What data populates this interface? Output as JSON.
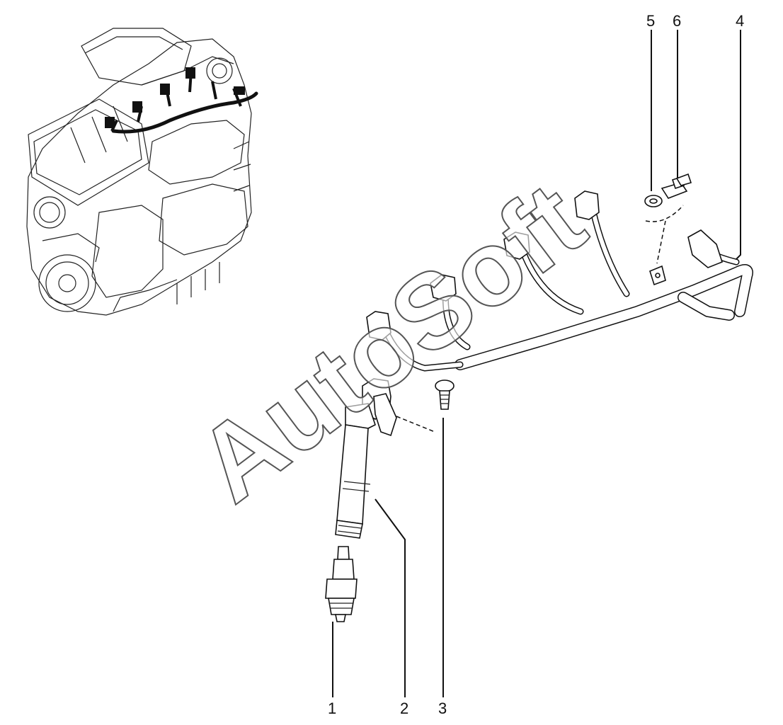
{
  "callouts": {
    "c1": "1",
    "c2": "2",
    "c3": "3",
    "c4": "4",
    "c5": "5",
    "c6": "6"
  },
  "watermark": "AutoSoft",
  "colors": {
    "ink": "#111111",
    "background": "#ffffff",
    "watermark_outline": "#555555"
  }
}
